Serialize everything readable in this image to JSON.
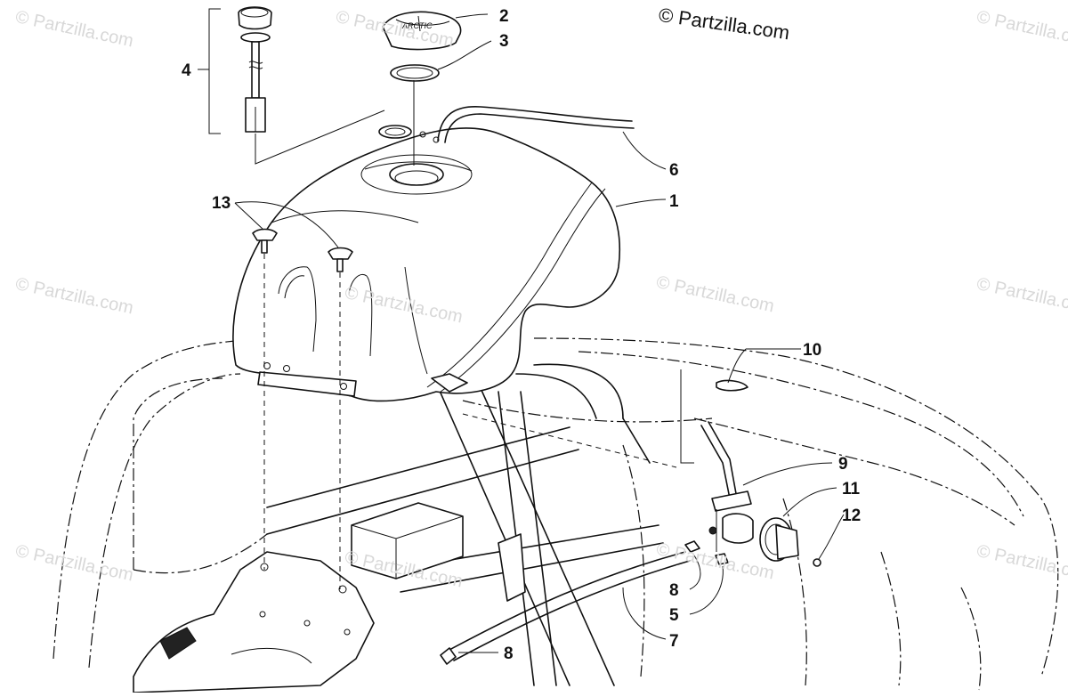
{
  "copyright": "© Partzilla.com",
  "watermark": "© Partzilla.com",
  "callouts": [
    {
      "id": "1",
      "label": "1"
    },
    {
      "id": "2",
      "label": "2"
    },
    {
      "id": "3",
      "label": "3"
    },
    {
      "id": "4",
      "label": "4"
    },
    {
      "id": "5",
      "label": "5"
    },
    {
      "id": "6",
      "label": "6"
    },
    {
      "id": "7",
      "label": "7"
    },
    {
      "id": "8a",
      "label": "8"
    },
    {
      "id": "8b",
      "label": "8"
    },
    {
      "id": "9",
      "label": "9"
    },
    {
      "id": "10",
      "label": "10"
    },
    {
      "id": "11",
      "label": "11"
    },
    {
      "id": "12",
      "label": "12"
    },
    {
      "id": "13",
      "label": "13"
    }
  ]
}
